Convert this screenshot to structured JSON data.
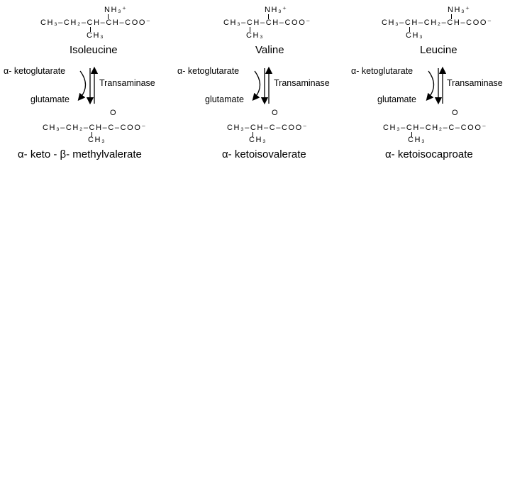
{
  "panels": [
    {
      "amino_acid": {
        "chain": "CH₃–CH₂–CH–CH–COO⁻",
        "amine": "NH₃⁺",
        "branch": "CH₃",
        "name": "Isoleucine"
      },
      "cosubstrate_in": "α- ketoglutarate",
      "cosubstrate_out": "glutamate",
      "enzyme": "Transaminase",
      "keto_acid": {
        "chain": "CH₃–CH₂–CH–C–COO⁻",
        "carbonyl": "O",
        "branch": "CH₃",
        "name": "α- keto - β- methylvalerate"
      }
    },
    {
      "amino_acid": {
        "chain": "CH₃–CH–CH–COO⁻",
        "amine": "NH₃⁺",
        "branch": "CH₃",
        "name": "Valine"
      },
      "cosubstrate_in": "α- ketoglutarate",
      "cosubstrate_out": "glutamate",
      "enzyme": "Transaminase",
      "keto_acid": {
        "chain": "CH₃–CH–C–COO⁻",
        "carbonyl": "O",
        "branch": "CH₃",
        "name": "α- ketoisovalerate"
      }
    },
    {
      "amino_acid": {
        "chain": "CH₃–CH–CH₂–CH–COO⁻",
        "amine": "NH₃⁺",
        "branch": "CH₃",
        "name": "Leucine"
      },
      "cosubstrate_in": "α- ketoglutarate",
      "cosubstrate_out": "glutamate",
      "enzyme": "Transaminase",
      "keto_acid": {
        "chain": "CH₃–CH–CH₂–C–COO⁻",
        "carbonyl": "O",
        "branch": "CH₃",
        "name": "α- ketoisocaproate"
      }
    }
  ]
}
